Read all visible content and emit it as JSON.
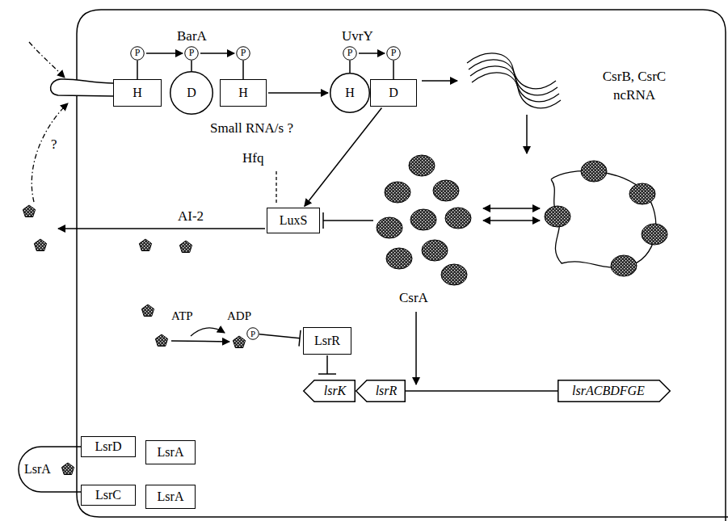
{
  "diagram": {
    "nodes": [
      {
        "text": [
          "H"
        ]
      },
      {
        "text": [
          "D"
        ]
      },
      {
        "text": [
          "H"
        ]
      },
      {
        "text": [
          "H"
        ]
      },
      {
        "text": [
          "D"
        ]
      },
      {
        "text": [
          "P"
        ]
      },
      {
        "text": [
          "P"
        ]
      },
      {
        "text": [
          "P"
        ]
      },
      {
        "text": [
          "P"
        ]
      },
      {
        "text": [
          "P"
        ]
      },
      {
        "text": [
          "LuxS"
        ]
      },
      {
        "text": [
          "LsrR"
        ]
      },
      {
        "text": [
          "P"
        ]
      },
      {
        "text": [
          "lsrK"
        ]
      },
      {
        "text": [
          "lsrR"
        ]
      },
      {
        "text": [
          "lsrACBDFGE"
        ]
      },
      {
        "text": [
          "LsrA"
        ]
      },
      {
        "text": [
          "LsrD"
        ]
      },
      {
        "text": [
          "LsrA"
        ]
      },
      {
        "text": [
          "LsrC"
        ]
      },
      {
        "text": [
          "LsrA"
        ]
      }
    ],
    "edges": [
      {
        "from": 5,
        "to": 0,
        "arrow": "none"
      },
      {
        "from": 6,
        "to": 1,
        "arrow": "none"
      },
      {
        "from": 7,
        "to": 2,
        "arrow": "none"
      },
      {
        "from": 8,
        "to": 3,
        "arrow": "none"
      },
      {
        "from": 9,
        "to": 4,
        "arrow": "none"
      },
      {
        "from": 5,
        "to": 6,
        "arrow": "to"
      },
      {
        "from": 6,
        "to": 7,
        "arrow": "to"
      },
      {
        "from": 2,
        "to": 3,
        "arrow": "to"
      },
      {
        "from": 8,
        "to": 9,
        "arrow": "to"
      },
      {
        "from": 4,
        "to": 10,
        "arrow": "to"
      },
      {
        "from": 12,
        "to": 11,
        "arrow": "none"
      },
      {
        "from": 14,
        "to": 15,
        "arrow": "none"
      }
    ],
    "labels": [
      "BarA",
      "UvrY",
      "CsrB, CsrC ncRNA",
      "Small RNA/s ?",
      "Hfq",
      "AI-2",
      "CsrA",
      "ATP",
      "ADP",
      "?"
    ]
  }
}
